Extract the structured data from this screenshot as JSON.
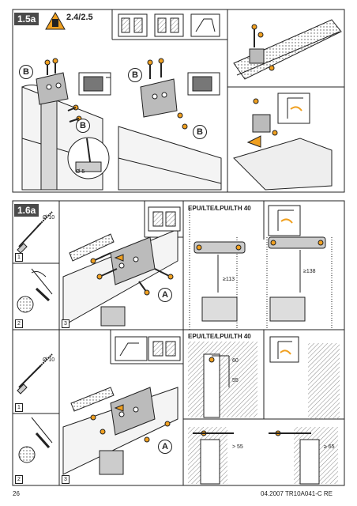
{
  "section_a": {
    "label": "1.5a",
    "warning_text": "2.4/2.5",
    "callout_b": "B",
    "diameter": "Ø 5"
  },
  "section_b": {
    "label": "1.6a",
    "diameter": "Ø 10",
    "callout_a": "A",
    "steps": [
      "1",
      "2",
      "3"
    ],
    "right_header": "EPU/LTE/LPU/LTH 40",
    "dim_left": "≥113",
    "dim_right": "≥138"
  },
  "section_c": {
    "diameter": "Ø 10",
    "callout_a": "A",
    "steps": [
      "1",
      "2",
      "3"
    ],
    "right_header": "EPU/LTE/LPU/LTH 40",
    "dim_60": "60",
    "dim_55": "55",
    "dim_ge55": "> 55",
    "dim_ge65": "≥ 65"
  },
  "footer": {
    "page_number": "26",
    "doc_code": "04.2007  TR10A041-C  RE"
  },
  "colors": {
    "accent_orange": "#f0a020",
    "label_bg": "#4a4a4a",
    "line": "#222222"
  }
}
